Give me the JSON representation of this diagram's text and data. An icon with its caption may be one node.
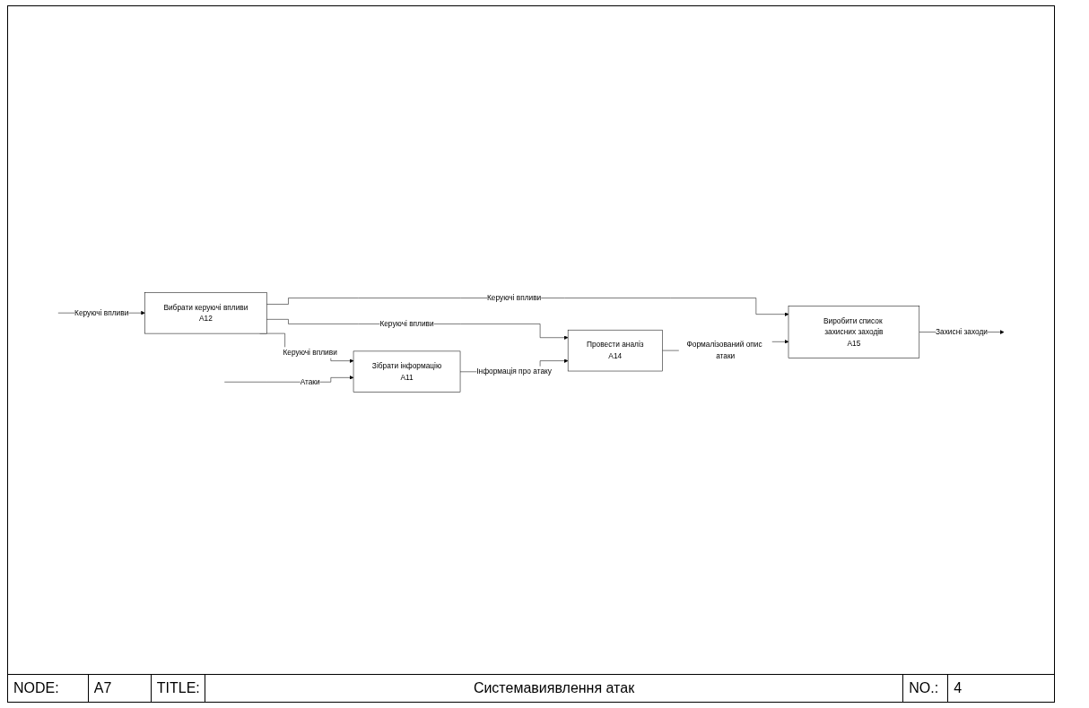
{
  "diagram": {
    "nodes": [
      {
        "text": [
          "Вибрати керуючі впливи",
          "A12"
        ]
      },
      {
        "text": [
          "Виробити список захисних заходів",
          "A15"
        ]
      },
      {
        "text": [
          "Провести аналіз",
          "A14"
        ]
      },
      {
        "text": [
          "Зібрати інформацію",
          "A11"
        ]
      }
    ],
    "edges": [
      {
        "from": null,
        "to": 0,
        "arrow": "to",
        "label": "Керуючі впливи"
      },
      {
        "from": 0,
        "to": 1,
        "arrow": "to",
        "label": "Керуючі впливи"
      },
      {
        "from": 0,
        "to": 2,
        "arrow": "to",
        "label": "Керуючі впливи"
      },
      {
        "from": 0,
        "to": 3,
        "arrow": "to",
        "label": "Керуючі впливи"
      },
      {
        "from": null,
        "to": 3,
        "arrow": "to",
        "label": "Атаки"
      },
      {
        "from": 3,
        "to": 2,
        "arrow": "to",
        "label": "Інформація про атаку"
      },
      {
        "from": 2,
        "to": 1,
        "arrow": "to",
        "label": "Формалізований опис атаки"
      },
      {
        "from": 1,
        "to": null,
        "arrow": "to",
        "label": "Захисні заходи"
      }
    ],
    "labels": [
      "NODE:",
      "A7",
      "TITLE:",
      "Системавиявлення атак",
      "NO.:",
      "4"
    ]
  }
}
